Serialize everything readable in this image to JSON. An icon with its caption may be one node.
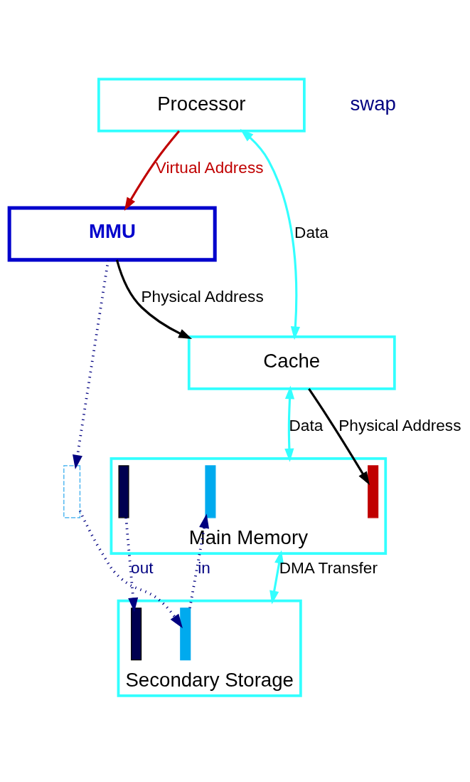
{
  "diagram": {
    "nodes": [
      {
        "text": [
          "Processor"
        ]
      },
      {
        "text": [
          "MMU"
        ]
      },
      {
        "text": [
          "Cache"
        ]
      },
      {
        "text": [
          "Main Memory"
        ]
      },
      {
        "text": [],
        "shape": "bar",
        "in": 3
      },
      {
        "text": [],
        "shape": "bar",
        "in": 3
      },
      {
        "text": [],
        "shape": "bar",
        "in": 3
      },
      {
        "text": [],
        "shape": "box"
      },
      {
        "text": [
          "Secondary Storage"
        ]
      },
      {
        "text": [],
        "shape": "bar",
        "in": 8
      },
      {
        "text": [],
        "shape": "bar",
        "in": 8
      }
    ],
    "edges": [
      {
        "from": 0,
        "to": 2,
        "arrow": "both",
        "label": "Data",
        "color": "#33ffff"
      },
      {
        "from": 0,
        "to": 1,
        "arrow": "to",
        "label": "Virtual Address",
        "color": "#c00000"
      },
      {
        "from": 1,
        "to": 2,
        "arrow": "to",
        "label": "Physical Address",
        "color": "#000000"
      },
      {
        "from": 2,
        "to": 3,
        "arrow": "both",
        "label": "Data",
        "color": "#33ffff"
      },
      {
        "from": 2,
        "to": 6,
        "arrow": "to",
        "label": "Physical Address",
        "color": "#000000"
      },
      {
        "from": 3,
        "to": 8,
        "arrow": "both",
        "label": "DMA Transfer",
        "color": "#33ffff"
      },
      {
        "from": 1,
        "to": 7,
        "arrow": "to",
        "style": "dashed",
        "color": "#000080"
      },
      {
        "from": 7,
        "to": 10,
        "arrow": "to",
        "style": "dashed",
        "color": "#000080"
      },
      {
        "from": 4,
        "to": 9,
        "arrow": "to",
        "label": "out",
        "style": "dashed",
        "color": "#000080"
      },
      {
        "from": 10,
        "to": 5,
        "arrow": "to",
        "label": "in",
        "style": "dashed",
        "color": "#000080"
      }
    ],
    "labels": [
      "swap"
    ]
  }
}
